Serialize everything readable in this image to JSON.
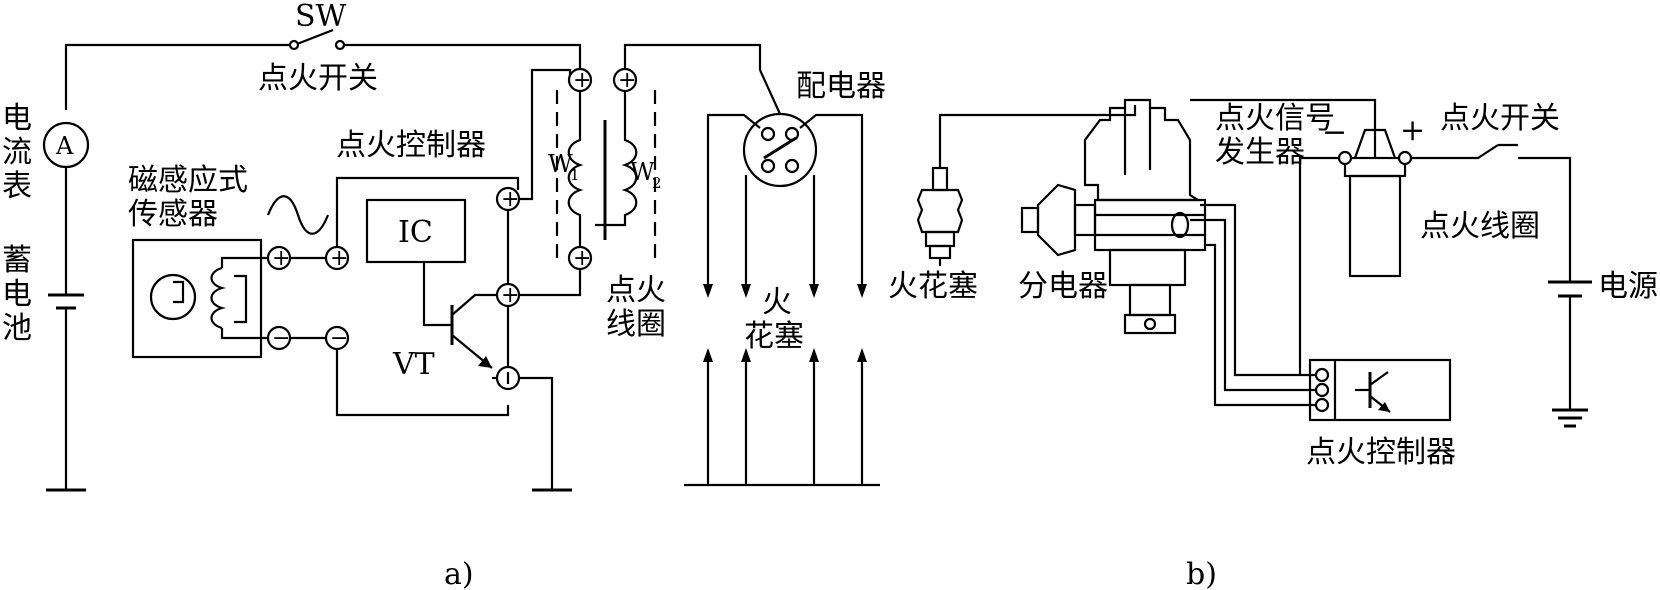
{
  "diagram_a": {
    "caption": "a)",
    "switch_symbol": "SW",
    "switch_label": "点火开关",
    "ammeter_label_1": "电",
    "ammeter_label_2": "流",
    "ammeter_label_3": "表",
    "ammeter_symbol": "A",
    "battery_label_1": "蓄",
    "battery_label_2": "电",
    "battery_label_3": "池",
    "sensor_label_1": "磁感应式",
    "sensor_label_2": "传感器",
    "controller_label": "点火控制器",
    "ic_label": "IC",
    "transistor_label": "VT",
    "coil_label_1": "点火",
    "coil_label_2": "线圈",
    "w1_label": "W",
    "w1_sub": "1",
    "w2_label": "W",
    "w2_sub": "2",
    "distributor_label": "配电器",
    "spark_label_1": "火",
    "spark_label_2": "花塞",
    "plus": "+",
    "minus": "−"
  },
  "diagram_b": {
    "caption": "b)",
    "spark_plug_label": "火花塞",
    "distributor_label": "分电器",
    "signal_gen_label_1": "点火信号",
    "signal_gen_label_2": "发生器",
    "switch_label": "点火开关",
    "coil_label": "点火线圈",
    "power_label": "电源",
    "controller_label": "点火控制器",
    "coil_minus": "−",
    "coil_plus": "+"
  }
}
